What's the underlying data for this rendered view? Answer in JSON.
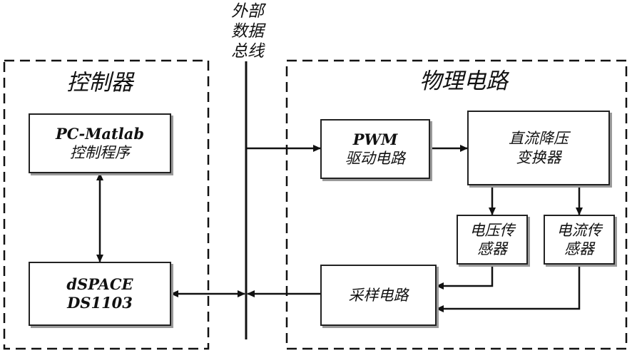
{
  "bus": {
    "line1": "外部",
    "line2": "数据",
    "line3": "总线"
  },
  "controller": {
    "title": "控制器",
    "pc_box": {
      "line1": "PC-Matlab",
      "line2": "控制程序"
    },
    "dspace_box": {
      "line1": "dSPACE",
      "line2": "DS1103"
    }
  },
  "physical": {
    "title": "物理电路",
    "pwm_box": {
      "line1": "PWM",
      "line2": "驱动电路"
    },
    "converter_box": {
      "line1": "直流降压",
      "line2": "变换器"
    },
    "voltage_sensor_box": {
      "line1": "电压传",
      "line2": "感器"
    },
    "current_sensor_box": {
      "line1": "电流传",
      "line2": "感器"
    },
    "sampling_box": {
      "line1": "采样电路"
    }
  },
  "colors": {
    "line": "#111111",
    "box_border": "#222222",
    "shadow": "#9a9a9a",
    "background": "#ffffff"
  }
}
